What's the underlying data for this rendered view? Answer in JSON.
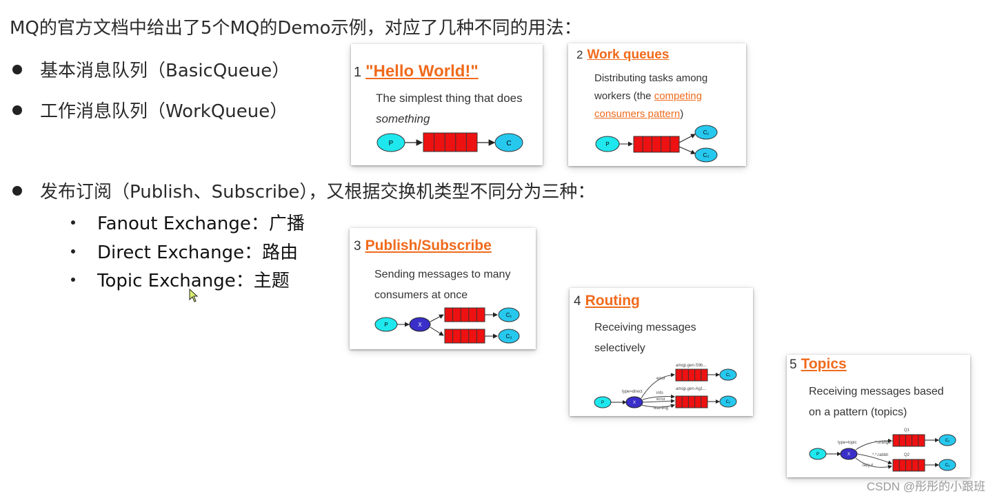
{
  "intro": "MQ的官方文档中给出了5个MQ的Demo示例，对应了几种不同的用法：",
  "bullets": [
    "基本消息队列（BasicQueue）",
    "工作消息队列（WorkQueue）",
    "发布订阅（Publish、Subscribe），又根据交换机类型不同分为三种："
  ],
  "sub_bullets": [
    "Fanout Exchange：广播",
    "Direct Exchange：路由",
    "Topic Exchange：主题"
  ],
  "cards": {
    "hello": {
      "num": "1",
      "title": "\"Hello World!\"",
      "desc_1": "The simplest thing that does",
      "desc_2": "something",
      "p": "P",
      "c": "C"
    },
    "work": {
      "num": "2",
      "title": "Work queues",
      "desc_1": "Distributing tasks among",
      "desc_2": "workers (the ",
      "link_1": "competing",
      "link_2": "consumers pattern",
      "desc_3": ")",
      "p": "P",
      "c1": "C₁",
      "c2": "C₂"
    },
    "pubsub": {
      "num": "3",
      "title": "Publish/Subscribe",
      "desc_1": "Sending messages to many",
      "desc_2": "consumers at once",
      "p": "P",
      "x": "X",
      "c1": "C₁",
      "c2": "C₂"
    },
    "routing": {
      "num": "4",
      "title": "Routing",
      "desc_1": "Receiving messages",
      "desc_2": "selectively",
      "p": "P",
      "x": "X",
      "type": "type=direct",
      "q1": "amqp.gen-S9b...",
      "q2": "amqp.gen-Ag1...",
      "k_error": "error",
      "k_info": "info",
      "k_error2": "error",
      "k_warning": "warning",
      "c1": "C₁",
      "c2": "C₂"
    },
    "topics": {
      "num": "5",
      "title": "Topics",
      "desc_1": "Receiving messages based",
      "desc_2": "on a pattern (topics)",
      "p": "P",
      "x": "X",
      "type": "type=topic",
      "q1": "Q1",
      "q2": "Q2",
      "k1": "*.orange.*",
      "k2": "*.*.rabbit",
      "k3": "lazy.#",
      "c1": "C₁",
      "c2": "C₂"
    }
  },
  "watermark": "CSDN @彤彤的小跟班",
  "colors": {
    "accent": "#f06a1c",
    "producer": "#1ee8ee",
    "exchange": "#3a2fc8",
    "queue": "#ee1111",
    "consumer": "#27c8ee"
  }
}
